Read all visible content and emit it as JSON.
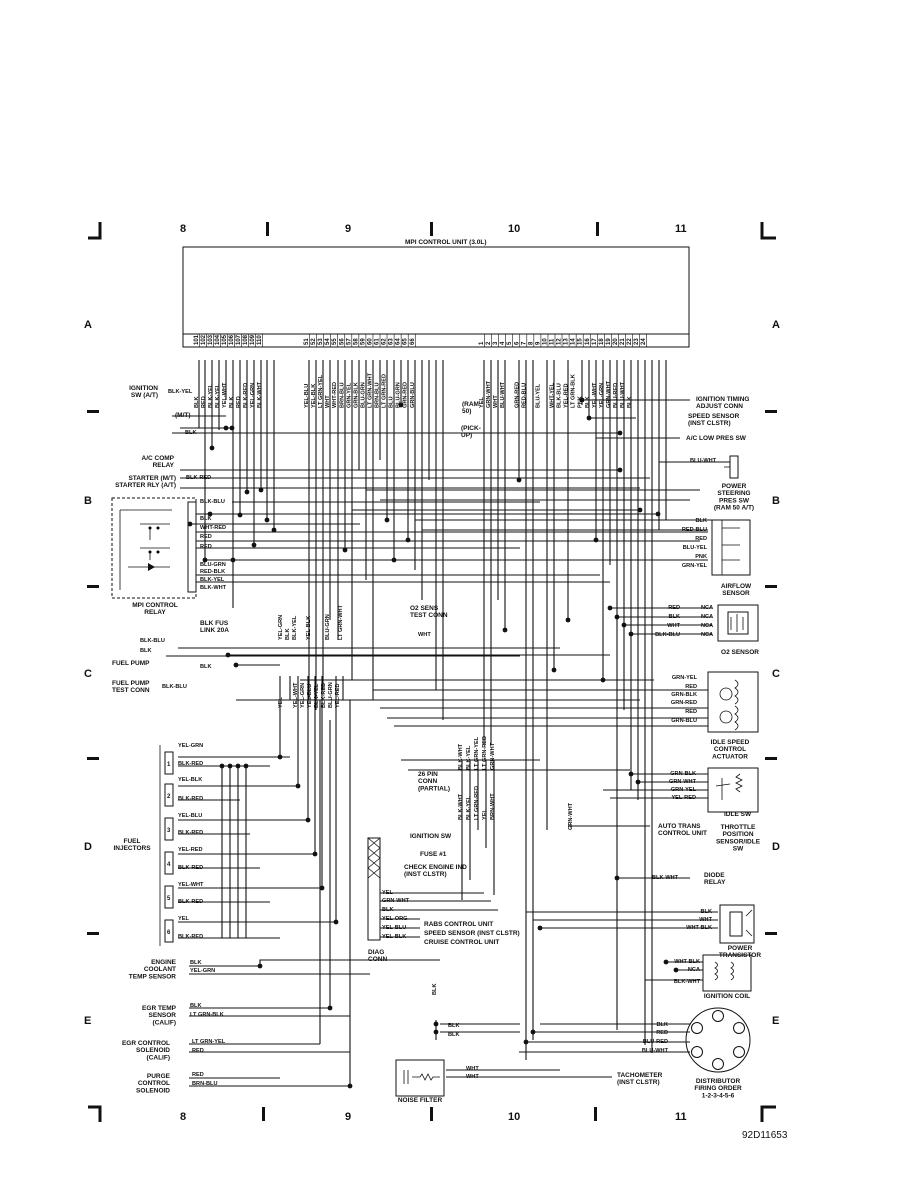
{
  "title": "MPI CONTROL UNIT (3.0L)",
  "figure_id": "92D11653",
  "grid_columns": [
    "8",
    "9",
    "10",
    "11"
  ],
  "grid_rows": [
    "A",
    "B",
    "C",
    "D",
    "E"
  ],
  "pins_left": [
    {
      "pin": "101",
      "wire": "BLK"
    },
    {
      "pin": "102",
      "wire": "RED"
    },
    {
      "pin": "103",
      "wire": "BLK-YEL"
    },
    {
      "pin": "104",
      "wire": "BLK-YEL"
    },
    {
      "pin": "105",
      "wire": "YEL-WHT"
    },
    {
      "pin": "106",
      "wire": "BLK"
    },
    {
      "pin": "107",
      "wire": "RED"
    },
    {
      "pin": "108",
      "wire": "BLK-RED"
    },
    {
      "pin": "109",
      "wire": "YEL-GRN"
    },
    {
      "pin": "110",
      "wire": "BLK-WHT"
    }
  ],
  "pins_mid": [
    {
      "pin": "51",
      "wire": "YEL-BLU"
    },
    {
      "pin": "52",
      "wire": "YEL-BLK"
    },
    {
      "pin": "53",
      "wire": "LT GRN-YEL"
    },
    {
      "pin": "54",
      "wire": "WHT"
    },
    {
      "pin": "55",
      "wire": "WHT-RED"
    },
    {
      "pin": "56",
      "wire": "BRN-BLU"
    },
    {
      "pin": "57",
      "wire": "GRN-YEL"
    },
    {
      "pin": "58",
      "wire": "GRN-BLK"
    },
    {
      "pin": "59",
      "wire": "BLU-GRN"
    },
    {
      "pin": "60",
      "wire": "LT GRN-WHT"
    },
    {
      "pin": "61",
      "wire": "BRN-BLU"
    },
    {
      "pin": "62",
      "wire": "LT GRN-RED"
    },
    {
      "pin": "63",
      "wire": "BLU"
    },
    {
      "pin": "64",
      "wire": "BLU-GRN"
    },
    {
      "pin": "65",
      "wire": "GRN-RED"
    },
    {
      "pin": "66",
      "wire": "GRN-BLU"
    }
  ],
  "pins_right": [
    {
      "pin": "1",
      "wire": "YEL"
    },
    {
      "pin": "2",
      "wire": "GRN-WHT"
    },
    {
      "pin": "3",
      "wire": "WHT"
    },
    {
      "pin": "4",
      "wire": "BLU-WHT"
    },
    {
      "pin": "5",
      "wire": ""
    },
    {
      "pin": "6",
      "wire": "GRN-RED"
    },
    {
      "pin": "7",
      "wire": "RED-BLU"
    },
    {
      "pin": "8",
      "wire": ""
    },
    {
      "pin": "9",
      "wire": "BLU-YEL"
    },
    {
      "pin": "10",
      "wire": ""
    },
    {
      "pin": "11",
      "wire": "WHT-YEL"
    },
    {
      "pin": "12",
      "wire": "BLK-BLU"
    },
    {
      "pin": "13",
      "wire": "YEL-RED"
    },
    {
      "pin": "14",
      "wire": "LT GRN-BLK"
    },
    {
      "pin": "15",
      "wire": "PNK"
    },
    {
      "pin": "16",
      "wire": "BLK"
    },
    {
      "pin": "17",
      "wire": "YEL-WHT"
    },
    {
      "pin": "18",
      "wire": "YEL-GRN"
    },
    {
      "pin": "19",
      "wire": "GRN-WHT"
    },
    {
      "pin": "20",
      "wire": "BLU-RED"
    },
    {
      "pin": "21",
      "wire": "BLU-WHT"
    },
    {
      "pin": "22",
      "wire": "BLK"
    },
    {
      "pin": "23",
      "wire": ""
    },
    {
      "pin": "24",
      "wire": ""
    }
  ],
  "left_components": {
    "ignition_sw": "IGNITION\nSW (A/T)",
    "ignition_sw_wire": "BLK-YEL",
    "mt": "(M/T)",
    "ground_blk": "BLK",
    "ac_comp_relay": "A/C COMP\nRELAY",
    "starter": "STARTER (M/T)\nSTARTER RLY (A/T)",
    "starter_wire": "BLK-RED",
    "relay_name": "MPI CONTROL\nRELAY",
    "relay_wires": [
      "BLK-BLU",
      "BLK",
      "WHT-RED",
      "RED",
      "RED",
      "BLU-GRN",
      "RED-BLK",
      "BLK-YEL",
      "BLK-WHT"
    ],
    "fusible_link": "BLK FUS\nLINK 20A",
    "fuel_pump_wires": [
      "BLK-BLU",
      "BLK",
      "BLK"
    ],
    "fuel_pump": "FUEL PUMP",
    "fuel_pump_test": "FUEL PUMP\nTEST CONN",
    "fuel_pump_test_wire": "BLK-BLU",
    "injectors_title": "FUEL\nINJECTORS",
    "injector_wires": [
      "YEL-GRN",
      "BLK-RED",
      "YEL-BLK",
      "BLK-RED",
      "YEL-BLU",
      "BLK-RED",
      "YEL-RED",
      "BLK-RED",
      "YEL-WHT",
      "BLK-RED",
      "YEL",
      "BLK-RED"
    ],
    "injector_numbers": [
      "1",
      "2",
      "3",
      "4",
      "5",
      "6"
    ],
    "coolant_sensor": "ENGINE\nCOOLANT\nTEMP SENSOR",
    "coolant_wires": [
      "BLK",
      "YEL-GRN"
    ],
    "egr_sensor": "EGR TEMP\nSENSOR\n(CALIF)",
    "egr_wires": [
      "BLK",
      "LT GRN-BLK"
    ],
    "egr_solenoid": "EGR CONTROL\nSOLENOID\n(CALIF)",
    "egr_sol_wires": [
      "LT GRN-YEL",
      "RED"
    ],
    "purge_solenoid": "PURGE\nCONTROL\nSOLENOID",
    "purge_wires": [
      "RED",
      "BRN-BLU"
    ]
  },
  "center_components": {
    "ram50": "(RAM\n50)",
    "pickup": "(PICK-\nUP)",
    "o2_test": "O2 SENS\nTEST CONN",
    "o2_test_wire": "WHT",
    "harness_left": [
      "YEL-GRN",
      "BLK",
      "BLK-YEL",
      "YEL-BLK",
      "BLU-GRN",
      "LT GRN-WHT"
    ],
    "harness_left2": [
      "YEL",
      "YEL-WHT",
      "YEL-GRN",
      "YEL-BLU",
      "BLK-YEL",
      "BLK-RED",
      "BLU-GRN",
      "YEL-RED"
    ],
    "pin26": "26 PIN\nCONN\n(PARTIAL)",
    "pin26_wires": [
      "BLK-WHT",
      "BLK-YEL",
      "LT GRN-YEL",
      "LT GRN-RED",
      "GRN-WHT"
    ],
    "pin26_wires_low": [
      "BLK-WHT",
      "BLK-YEL",
      "LT GRN-RED",
      "YEL",
      "BRN-WHT"
    ],
    "ignition_sw2": "IGNITION SW",
    "fuse1": "FUSE #1",
    "check_engine": "CHECK ENGINE IND\n(INST CLSTR)",
    "diag_wires": [
      "YEL",
      "GRN-WHT",
      "BLK",
      "YEL-ORG",
      "YEL-BLU",
      "YEL-BLK"
    ],
    "diag_title": "DIAG\nCONN",
    "rabs": "RABS CONTROL UNIT",
    "speed_sensor2": "SPEED SENSOR (INST CLSTR)",
    "cruise": "CRUISE CONTROL UNIT",
    "grn_wht_vertical": "GRN-WHT",
    "blk_vertical": "BLK",
    "ground_wires": [
      "BLK",
      "BLK"
    ],
    "noise_filter": "NOISE FILTER",
    "noise_wires": [
      "WHT",
      "WHT"
    ],
    "tachometer": "TACHOMETER\n(INST CLSTR)"
  },
  "right_components": {
    "timing": "IGNITION TIMING\nADJUST CONN",
    "speed_sensor": "SPEED SENSOR\n(INST CLSTR)",
    "ac_low": "A/C LOW PRES SW",
    "ps_wire": "BLU-WHT",
    "ps_switch": "POWER\nSTEERING\nPRES SW\n(RAM 50 A/T)",
    "airflow_wires": [
      "BLK",
      "RED-BLU",
      "RED",
      "BLU-YEL",
      "PNK",
      "GRN-YEL"
    ],
    "airflow_sensor": "AIRFLOW\nSENSOR",
    "o2_wires": [
      "RED",
      "BLK",
      "WHT",
      "BLK-BLU"
    ],
    "o2_nca": [
      "NCA",
      "NCA",
      "NCA",
      "NCA"
    ],
    "o2_sensor": "O2 SENSOR",
    "isc_wires": [
      "GRN-YEL",
      "RED",
      "GRN-BLK",
      "GRN-RED",
      "RED",
      "GRN-BLU"
    ],
    "isc": "IDLE SPEED\nCONTROL\nACTUATOR",
    "tps_wires": [
      "GRN-BLK",
      "GRN-WHT",
      "GRN-YEL",
      "YEL-RED"
    ],
    "idle_sw": "IDLE SW",
    "tps": "THROTTLE\nPOSITION\nSENSOR/IDLE\nSW",
    "auto_trans": "AUTO TRANS\nCONTROL UNIT",
    "diode_wire": "BLK-WHT",
    "diode": "DIODE\nRELAY",
    "pt_wires": [
      "BLK",
      "WHT",
      "WHT-BLK"
    ],
    "power_transistor": "POWER\nTRANSISTOR",
    "coil_wires": [
      "WHT-BLK",
      "NCA",
      "BLK-WHT"
    ],
    "ignition_coil": "IGNITION COIL",
    "dist_wires": [
      "BLK",
      "RED",
      "BLU-RED",
      "BLU-WHT"
    ],
    "distributor": "DISTRIBUTOR\nFIRING ORDER\n1-2-3-4-5-6"
  }
}
